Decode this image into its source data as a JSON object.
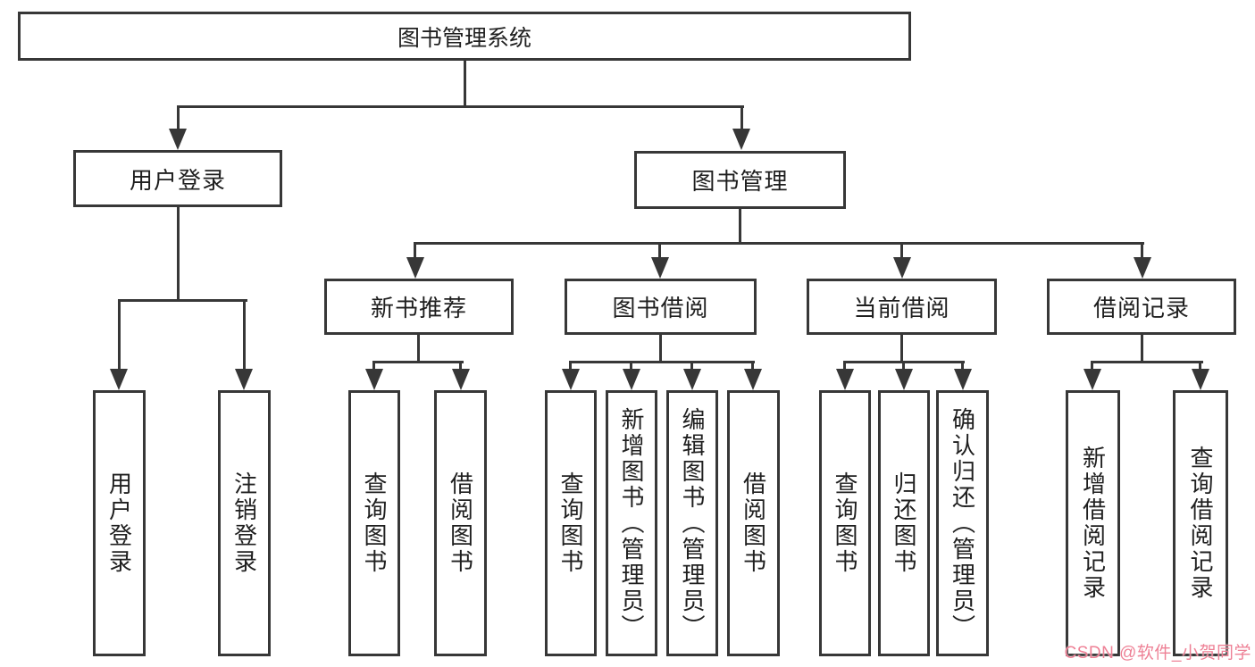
{
  "nodes": {
    "root": "图书管理系统",
    "level2": [
      "用户登录",
      "图书管理"
    ],
    "level3": [
      "新书推荐",
      "图书借阅",
      "当前借阅",
      "借阅记录"
    ],
    "leaves": {
      "user_login": [
        "用户登录",
        "注销登录"
      ],
      "new_book": [
        "查询图书",
        "借阅图书"
      ],
      "book_borrow": [
        "查询图书",
        "新增图书（管理员）",
        "编辑图书（管理员）",
        "借阅图书"
      ],
      "current_borrow": [
        "查询图书",
        "归还图书",
        "确认归还（管理员）"
      ],
      "borrow_records": [
        "新增借阅记录",
        "查询借阅记录"
      ]
    }
  },
  "watermark": {
    "text": "CSDN @软件_小贺同学",
    "color": "#ee8196"
  },
  "colors": {
    "line": "#373737",
    "text": "#1f1f1f",
    "background": "#ffffff"
  }
}
